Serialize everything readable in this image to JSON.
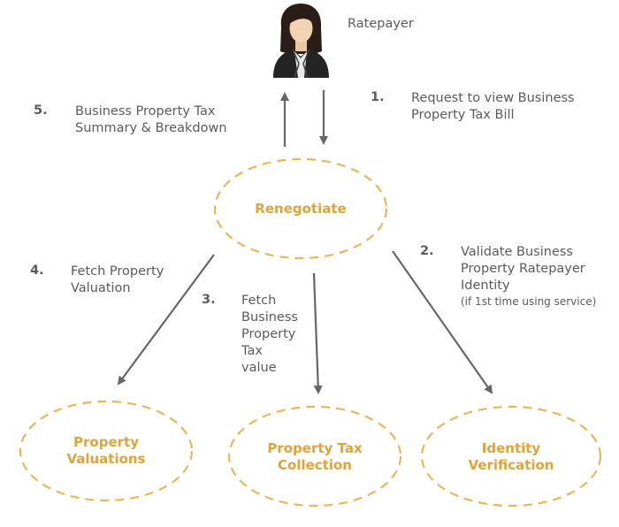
{
  "actor": {
    "label": "Ratepayer"
  },
  "nodes": {
    "hub": {
      "label": "Renegotiate"
    },
    "valuations": {
      "label": "Property\nValuations"
    },
    "collection": {
      "label": "Property Tax\nCollection"
    },
    "identity": {
      "label": "Identity\nVerification"
    }
  },
  "steps": [
    {
      "number": "1.",
      "text": "Request to view Business\nProperty Tax Bill"
    },
    {
      "number": "2.",
      "text": "Validate Business\nProperty Ratepayer\nIdentity",
      "note": "(if 1st time using service)"
    },
    {
      "number": "3.",
      "text": "Fetch\nBusiness\nProperty\nTax\nvalue"
    },
    {
      "number": "4.",
      "text": "Fetch Property\nValuation"
    },
    {
      "number": "5.",
      "text": "Business Property Tax\nSummary & Breakdown"
    }
  ],
  "colors": {
    "node_outline": "#e8b65a",
    "node_text": "#e0a33a",
    "arrow": "#666666",
    "text": "#5a5a5a"
  }
}
